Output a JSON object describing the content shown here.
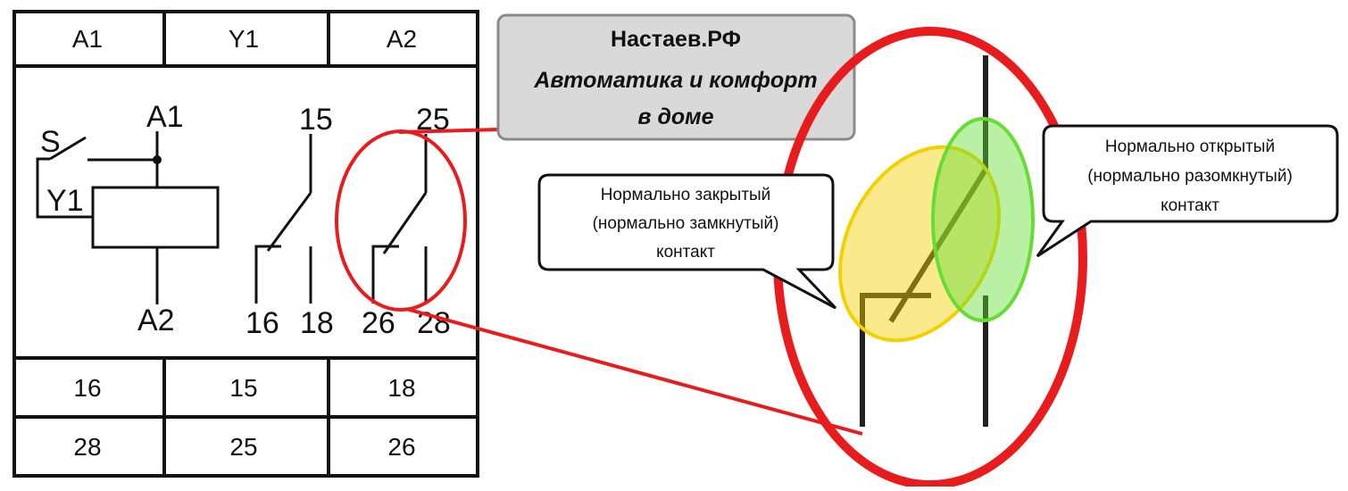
{
  "terminal_table": {
    "top_row": [
      "A1",
      "Y1",
      "A2"
    ],
    "bottom_rows": [
      [
        "16",
        "15",
        "18"
      ],
      [
        "28",
        "25",
        "26"
      ]
    ]
  },
  "schematic": {
    "labels": {
      "s": "S",
      "a1": "A1",
      "y1": "Y1",
      "a2": "A2",
      "t15": "15",
      "t16": "16",
      "t18": "18",
      "t25": "25",
      "t26": "26",
      "t28": "28"
    }
  },
  "brand": {
    "title": "Настаев.РФ",
    "subtitle_line1": "Автоматика и комфорт",
    "subtitle_line2": "в доме"
  },
  "callouts": {
    "normally_closed": {
      "line1": "Нормально закрытый",
      "line2": "(нормально замкнутый)",
      "line3": "контакт"
    },
    "normally_open": {
      "line1": "Нормально открытый",
      "line2": "(нормально разомкнутый)",
      "line3": "контакт"
    }
  },
  "colors": {
    "highlight_red": "#e81c1c",
    "nc_yellow": "#f5d000",
    "no_green": "#66dd33"
  }
}
